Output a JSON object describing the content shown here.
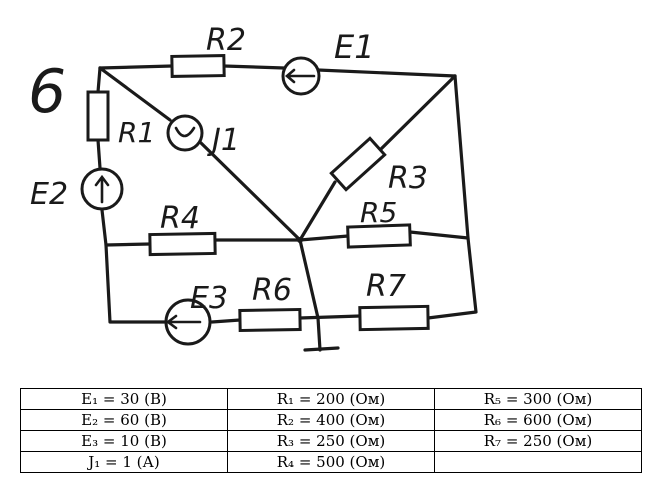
{
  "diagram": {
    "variant_number": "6",
    "labels": {
      "R1": "R1",
      "R2": "R2",
      "R3": "R3",
      "R4": "R4",
      "R5": "R5",
      "R6": "R6",
      "R7": "R7",
      "E1": "E1",
      "E2": "E2",
      "E3": "E3",
      "J1": "J1"
    }
  },
  "params_table": {
    "rows": [
      [
        "E₁ = 30 (В)",
        "R₁ = 200 (Ом)",
        "R₅ = 300 (Ом)"
      ],
      [
        "E₂ = 60 (В)",
        "R₂ = 400 (Ом)",
        "R₆ = 600 (Ом)"
      ],
      [
        "E₃ = 10 (В)",
        "R₃ = 250 (Ом)",
        "R₇ = 250 (Ом)"
      ],
      [
        "J₁ = 1 (А)",
        "R₄ = 500 (Ом)",
        ""
      ]
    ]
  }
}
